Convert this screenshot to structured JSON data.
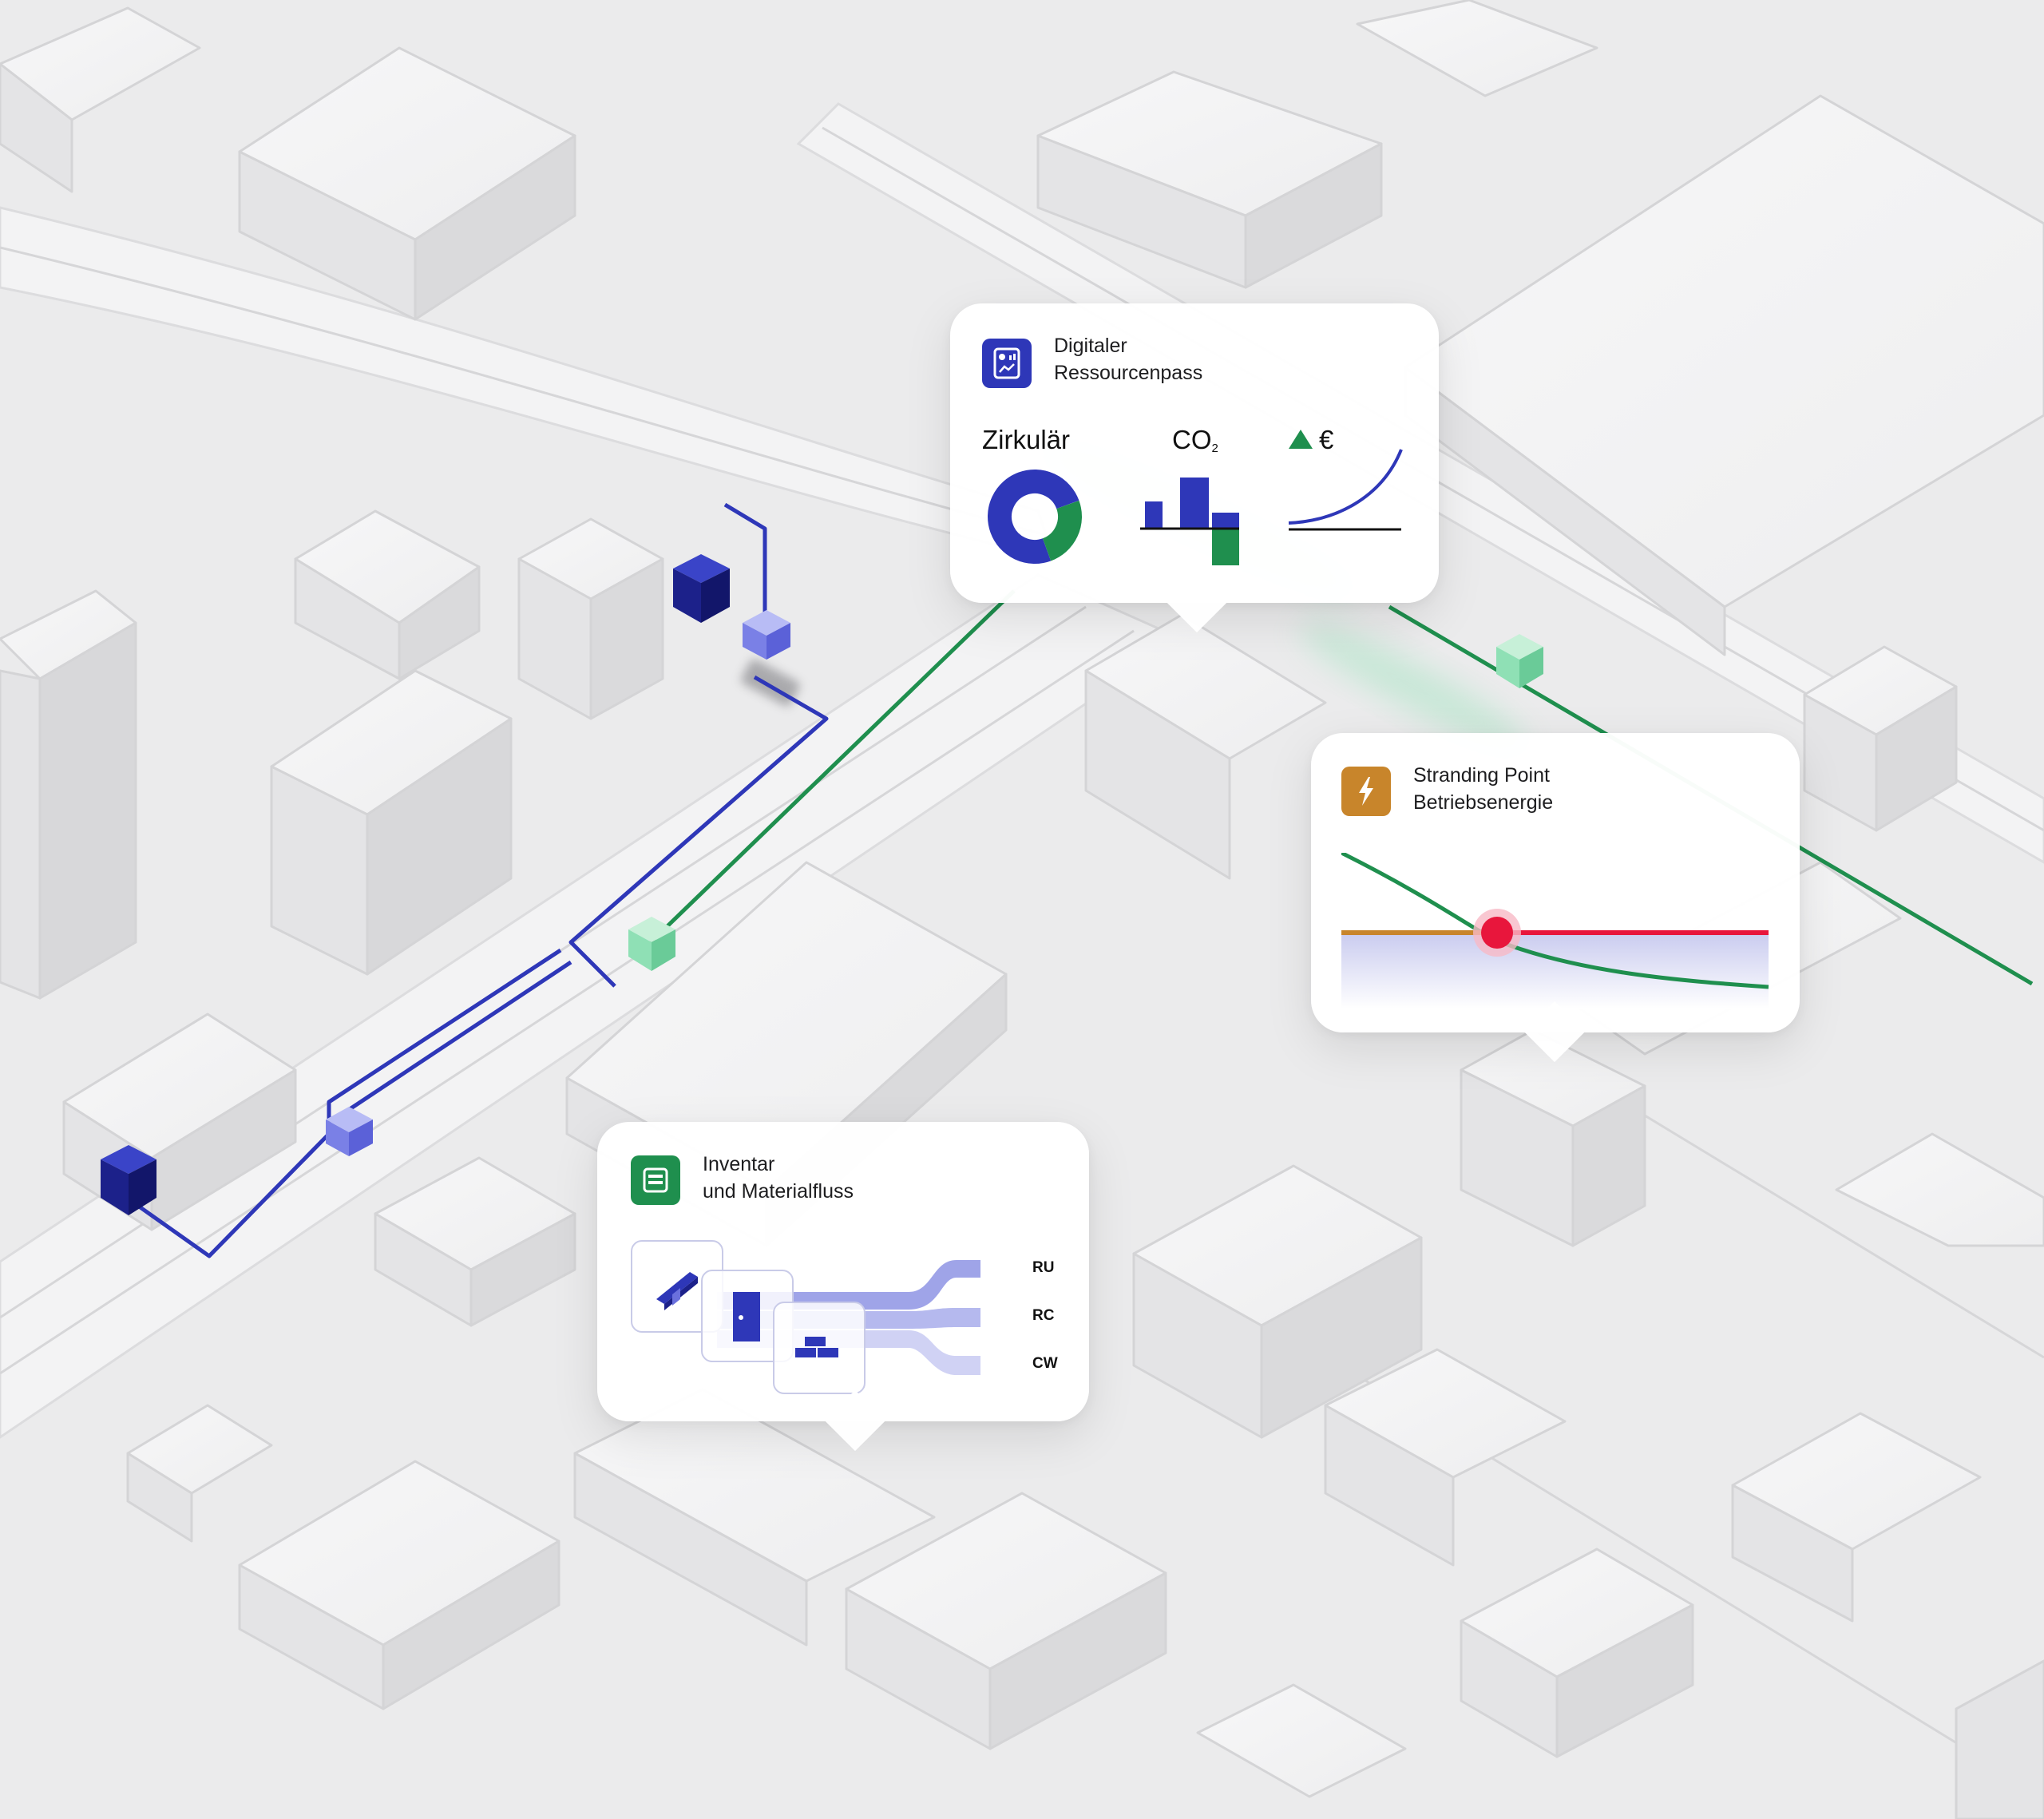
{
  "cards": {
    "resource": {
      "title_line1": "Digitaler",
      "title_line2": "Ressourcenpass",
      "icon": "report-chart-icon",
      "metrics": {
        "circular_label": "Zirkulär",
        "co2_label": "CO",
        "co2_sub": "2",
        "cost_label": "€",
        "cost_icon": "triangle-up-icon"
      }
    },
    "stranding": {
      "title_line1": "Stranding Point",
      "title_line2": "Betriebsenergie",
      "icon": "lightning-icon"
    },
    "inventory": {
      "title_line1": "Inventar",
      "title_line2": "und Materialfluss",
      "icon": "list-icon",
      "flows": [
        "RU",
        "RC",
        "CW"
      ],
      "item_icons": [
        "steel-beam-icon",
        "door-icon",
        "bricks-icon"
      ]
    }
  },
  "colors": {
    "blue": "#2e37b8",
    "green": "#1f8f4e",
    "amber": "#c8852b",
    "red": "#e8163c",
    "light_blue": "#9fa4e8",
    "mint": "#8fe0b5"
  }
}
